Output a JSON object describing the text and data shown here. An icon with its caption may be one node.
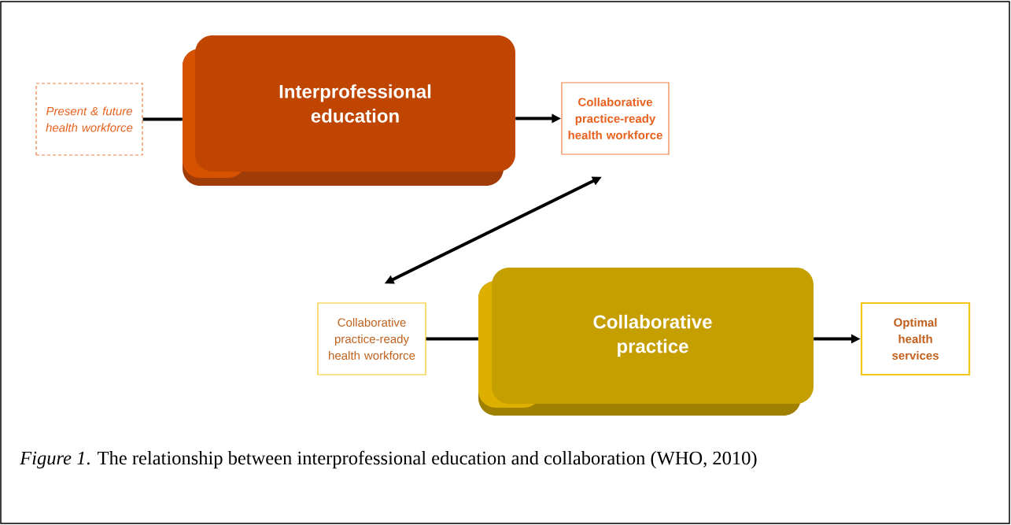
{
  "diagram": {
    "caption": "*Figure 1*. The relationship between interprofessional education and collaboration (WHO, 2010)",
    "nodes": [
      {
        "text": [
          "Present & future health workforce"
        ]
      },
      {
        "text": [
          "Interprofessional education"
        ]
      },
      {
        "text": [
          "Collaborative practice-ready health workforce"
        ]
      },
      {
        "text": [
          "Collaborative practice-ready health workforce"
        ]
      },
      {
        "text": [
          "Collaborative practice"
        ]
      },
      {
        "text": [
          "Optimal health services"
        ]
      }
    ],
    "edges": [
      {
        "from": 0,
        "to": 1,
        "arrow": "none"
      },
      {
        "from": 1,
        "to": 2,
        "arrow": "to"
      },
      {
        "from": 2,
        "to": 3,
        "arrow": "both"
      },
      {
        "from": 3,
        "to": 4,
        "arrow": "none"
      },
      {
        "from": 4,
        "to": 5,
        "arrow": "to"
      }
    ]
  }
}
